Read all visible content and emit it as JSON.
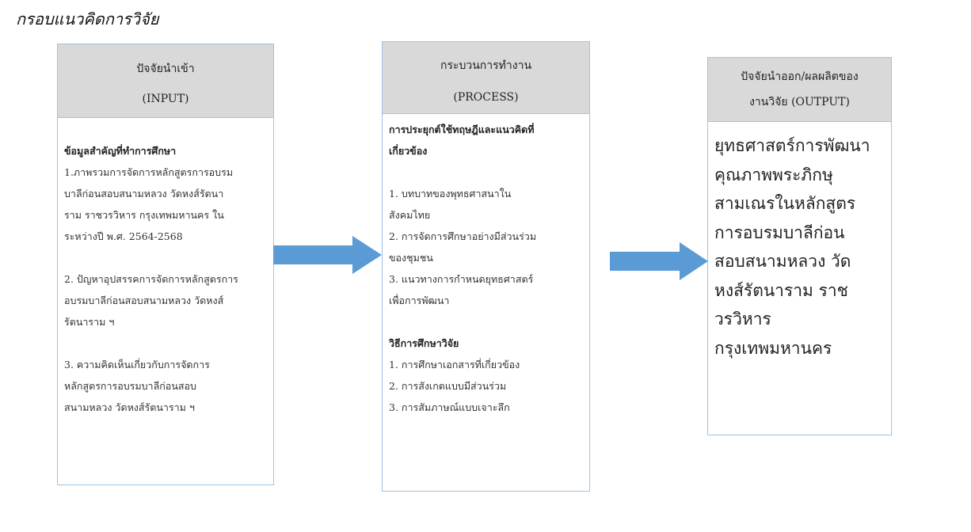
{
  "title": "กรอบแนวคิดการวิจัย",
  "colors": {
    "arrow": "#5b9bd5",
    "header_bg": "#d9d9d9",
    "border": "#9dc3e6"
  },
  "input": {
    "header": [
      "ปัจจัยนำเข้า",
      "(INPUT)"
    ],
    "lines": [
      "ข้อมูลสำคัญที่ทำการศึกษา",
      "1.ภาพรวมการจัดการหลักสูตรการอบรม",
      "บาลีก่อนสอบสนามหลวง วัดหงส์รัตนา",
      "ราม ราชวรวิหาร กรุงเทพมหานคร ใน",
      "ระหว่างปี พ.ศ. 2564-2568",
      "",
      "2. ปัญหาอุปสรรคการจัดการหลักสูตรการ",
      "อบรมบาลีก่อนสอบสนามหลวง วัดหงส์",
      "รัตนาราม ฯ",
      "",
      "3. ความคิดเห็นเกี่ยวกับการจัดการ",
      "หลักสูตรการอบรมบาลีก่อนสอบ",
      "สนามหลวง วัดหงส์รัตนาราม ฯ"
    ]
  },
  "process": {
    "header": [
      "กระบวนการทำงาน",
      "(PROCESS)"
    ],
    "lines": [
      "การประยุกต์ใช้ทฤษฎีและแนวคิดที่",
      "เกี่ยวข้อง",
      "",
      "1. บทบาทของพุทธศาสนาใน",
      "สังคมไทย",
      "2. การจัดการศึกษาอย่างมีส่วนร่วม",
      "ของชุมชน",
      "3. แนวทางการกำหนดยุทธศาสตร์",
      "เพื่อการพัฒนา",
      "",
      "วิธีการศึกษาวิจัย",
      "1.  การศึกษาเอกสารที่เกี่ยวข้อง",
      "2.  การสังเกตแบบมีส่วนร่วม",
      "3. การสัมภาษณ์แบบเจาะลึก"
    ]
  },
  "output": {
    "header": [
      "ปัจจัยนำออก/ผลผลิตของ",
      "งานวิจัย (OUTPUT)"
    ],
    "lines": [
      "ยุทธศาสตร์การพัฒนา",
      "คุณภาพพระภิกษุ",
      "สามเณรในหลักสูตร",
      "การอบรมบาลีก่อน",
      "สอบสนามหลวง วัด",
      "หงส์รัตนาราม ราช",
      "วรวิหาร",
      "กรุงเทพมหานคร"
    ]
  }
}
